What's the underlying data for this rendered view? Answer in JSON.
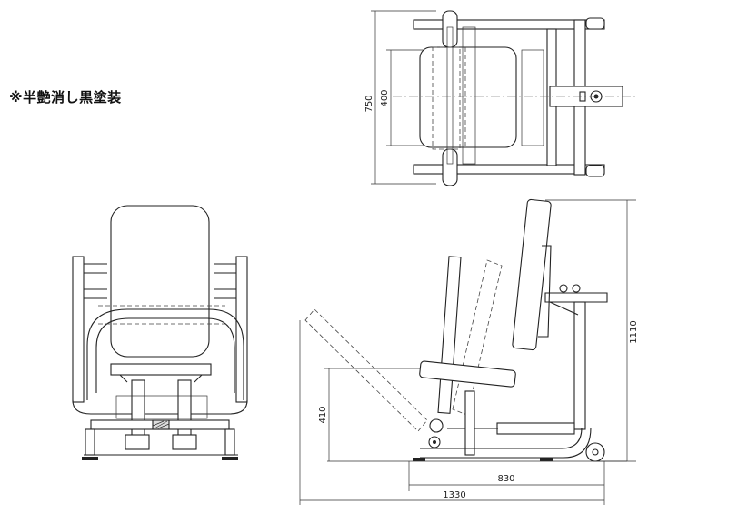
{
  "note": "※半艶消し黒塗装",
  "dimensions": {
    "top_depth": "750",
    "top_seat": "400",
    "side_height": "1110",
    "side_seat_height": "410",
    "side_length_base": "830",
    "side_length_total": "1330"
  }
}
